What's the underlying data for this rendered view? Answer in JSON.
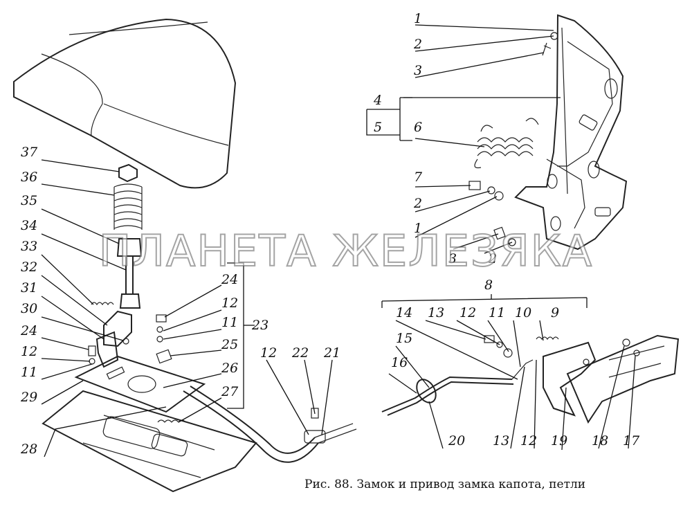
{
  "figure": {
    "caption": "Рис. 88. Замок и  привод замка капота, петли",
    "watermark": "ПЛАНЕТА ЖЕЛЕЗЯКА"
  },
  "callouts": {
    "n1a": "1",
    "n2a": "2",
    "n3a": "3",
    "n4": "4",
    "n5": "5",
    "n6": "6",
    "n7": "7",
    "n2b": "2",
    "n1b": "1",
    "n3b": "3",
    "n2c": "2",
    "n8": "8",
    "n14": "14",
    "n13a": "13",
    "n12a": "12",
    "n11a": "11",
    "n10": "10",
    "n9": "9",
    "n15": "15",
    "n16": "16",
    "n20": "20",
    "n13b": "13",
    "n12b": "12",
    "n19": "19",
    "n18": "18",
    "n17": "17",
    "n37": "37",
    "n36": "36",
    "n35": "35",
    "n34": "34",
    "n33": "33",
    "n32": "32",
    "n31": "31",
    "n30": "30",
    "n24a": "24",
    "n12c": "12",
    "n11c": "11",
    "n29": "29",
    "n28": "28",
    "n24b": "24",
    "n12d": "12",
    "n11d": "11",
    "n25": "25",
    "n26": "26",
    "n27": "27",
    "n23": "23",
    "n12e": "12",
    "n22": "22",
    "n21": "21"
  }
}
